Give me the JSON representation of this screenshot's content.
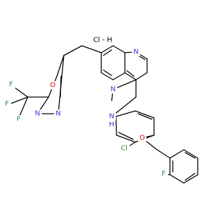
{
  "colors": {
    "bond": "#000000",
    "N": "#3333cc",
    "O": "#cc0000",
    "F": "#2e8b3c",
    "Cl": "#2e8b3c",
    "H": "#000000",
    "background": "#ffffff"
  },
  "labels": {
    "salt": "Cl - H",
    "n_quin_top": "N",
    "n_quin_bottom": "N",
    "nh_N": "N",
    "nh_H": "H",
    "o_oxadiazole": "O",
    "n_oxadiazole_left": "N",
    "n_oxadiazole_right": "N",
    "f_top": "F",
    "f_left": "F",
    "f_bottom": "F",
    "o_ether": "O",
    "cl_aryl": "Cl",
    "f_aryl": "F"
  }
}
